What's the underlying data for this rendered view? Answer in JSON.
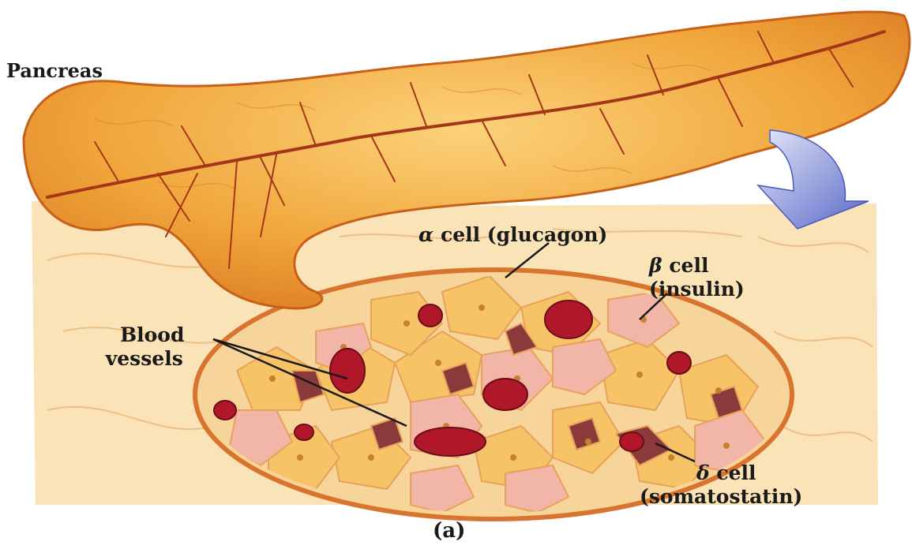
{
  "labels": {
    "pancreas": "Pancreas",
    "alpha_symbol": "α",
    "alpha_text": "cell (glucagon)",
    "beta_symbol": "β",
    "beta_line1": "cell",
    "beta_line2": "(insulin)",
    "blood_line1": "Blood",
    "blood_line2": "vessels",
    "delta_symbol": "δ",
    "delta_line1": "cell",
    "delta_line2": "(somatostatin)",
    "caption": "(a)"
  },
  "colors": {
    "pancreas_fill": "#f0a53a",
    "pancreas_dark": "#c8601a",
    "vessel": "#a6361a",
    "tissue_bg": "#fbe3b8",
    "islet_outline": "#d9742e",
    "alpha_cell": "#f6c466",
    "beta_cell": "#f2b6a8",
    "delta_cell": "#8a3a3a",
    "blood": "#b0182a",
    "arrow": "#6f7fd2"
  }
}
